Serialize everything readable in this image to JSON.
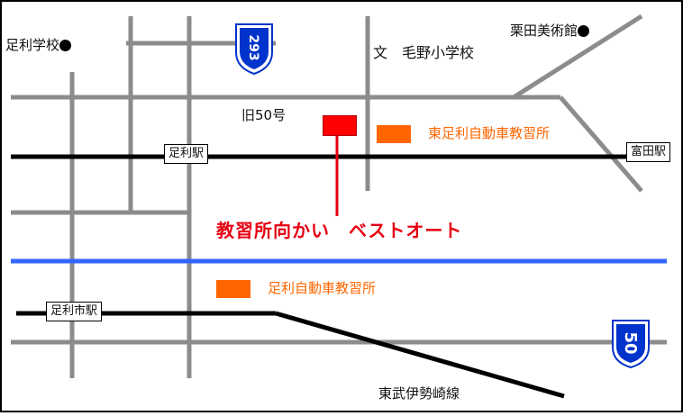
{
  "map": {
    "colors": {
      "road": "#8c8c8c",
      "railway": "#000000",
      "river": "#3366ff",
      "accent_red": "#e60012",
      "school_orange": "#ff6600",
      "route_sign": "#0033cc"
    },
    "route_signs": {
      "r293": "293",
      "r50": "50"
    },
    "stations": {
      "ashikaga": "足利駅",
      "tomita": "富田駅",
      "ashikagashi": "足利市駅"
    },
    "landmarks": {
      "ashikaga_gakko": "足利学校",
      "kurita_museum": "栗田美術館",
      "school_symbol": "文",
      "keno_elementary": "毛野小学校",
      "old_route": "旧50号",
      "east_driving_school": "東足利自動車教習所",
      "driving_school": "足利自動車教習所",
      "tobu_isesaki_line": "東武伊勢崎線"
    },
    "highlight": {
      "callout": "教習所向かい　ベストオート"
    }
  }
}
